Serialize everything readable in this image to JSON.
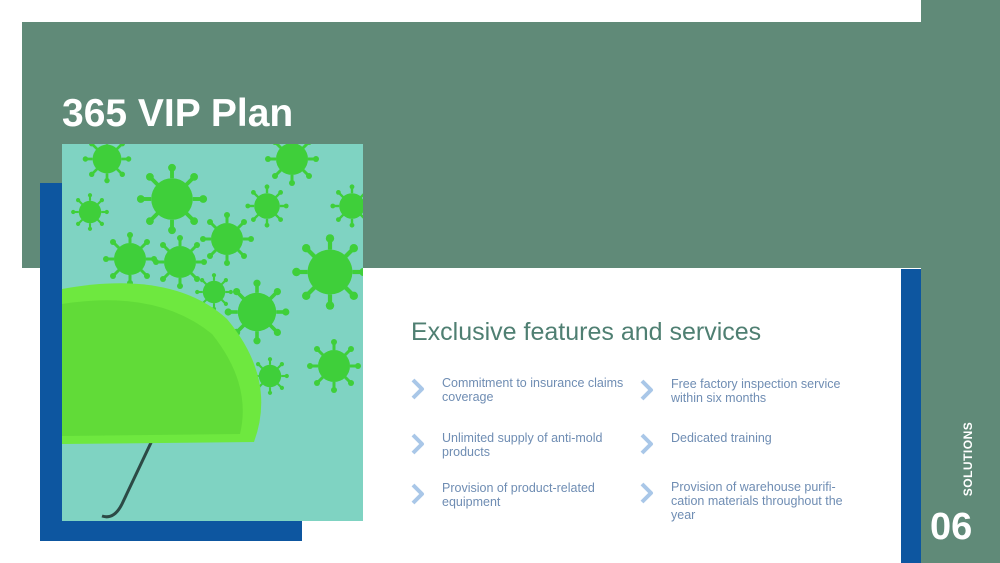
{
  "slide": {
    "title": "365 VIP Plan",
    "heading": "Exclusive features and services",
    "section_label": "SOLUTIONS",
    "page_number": "06",
    "features": [
      {
        "text": "Commitment to insurance claims coverage",
        "icon": "chevron-right-icon"
      },
      {
        "text": "Free factory inspection service within six months",
        "icon": "chevron-right-icon"
      },
      {
        "text": "Unlimited supply of anti-mold products",
        "icon": "chevron-right-icon"
      },
      {
        "text": "Dedicated training",
        "icon": "chevron-right-icon"
      },
      {
        "text": "Provision of product-related equipment",
        "icon": "chevron-right-icon"
      },
      {
        "text": "Provision of warehouse purifi-cation materials throughout the year",
        "icon": "chevron-right-icon"
      }
    ]
  },
  "colors": {
    "green": "#608a78",
    "blue": "#0d56a0",
    "heading": "#4f7f72",
    "text": "#6f8db3",
    "chevron": "#a9c7e8"
  }
}
